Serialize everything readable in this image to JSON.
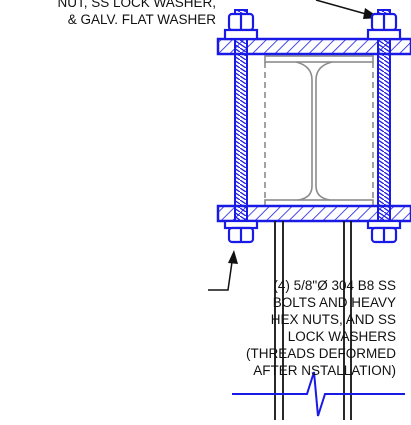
{
  "callouts": {
    "top": [
      "NUT, SS LOCK WASHER,",
      "& GALV. FLAT WASHER"
    ],
    "bottom": [
      "(4) 5/8\"Ø 304 B8 SS",
      "BOLTS AND HEAVY",
      "HEX NUTS, AND SS",
      "LOCK WASHERS",
      "(THREADS DEFORMED",
      "AFTER  NSTALLATION)"
    ]
  },
  "colors": {
    "hardware": "#1a1ae6",
    "linework": "#111111",
    "beam": "#8c8c8c"
  }
}
